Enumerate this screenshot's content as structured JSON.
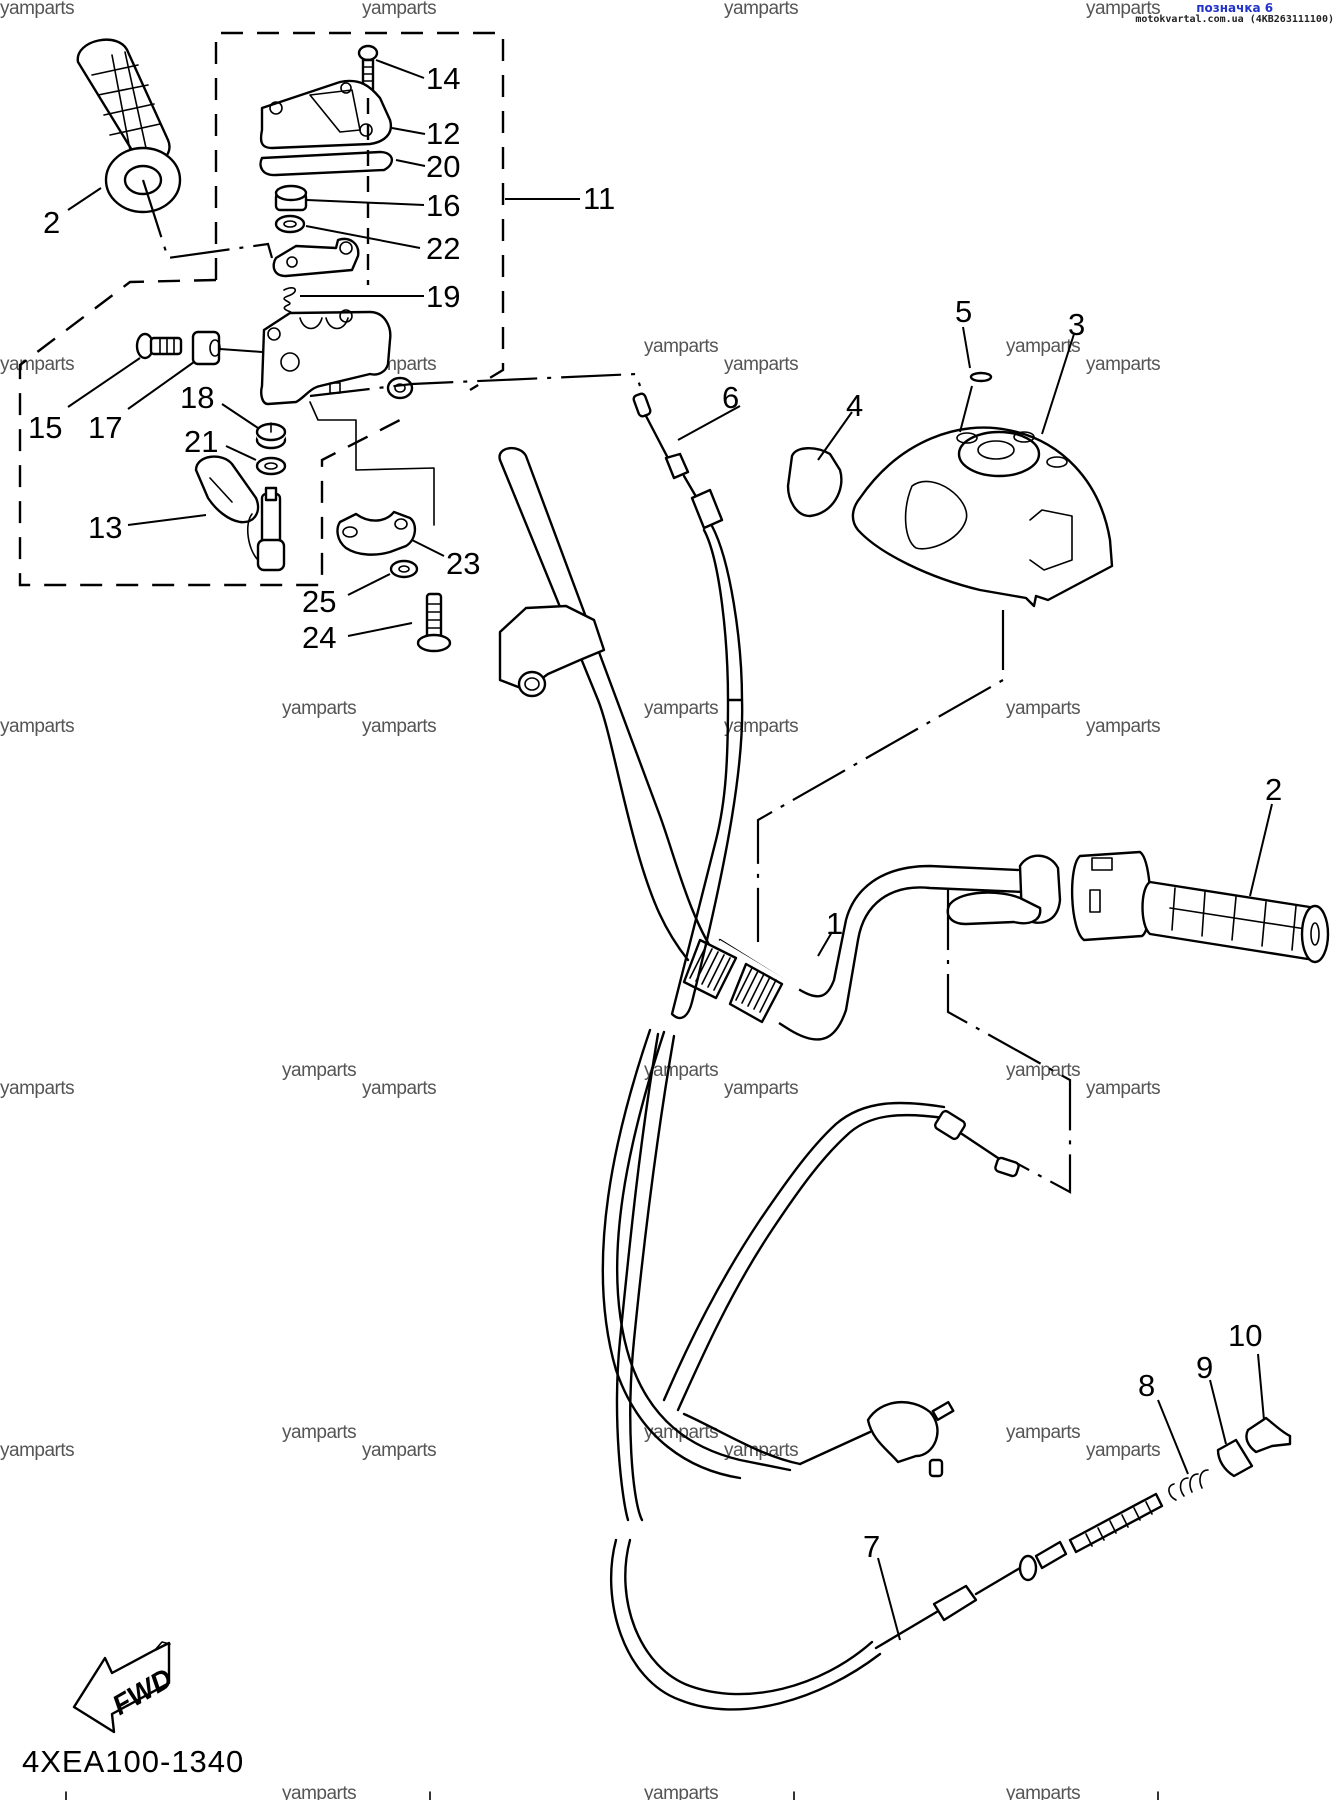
{
  "header": {
    "tag": "позначка 6",
    "source": "motokvartal.com.ua (4KB263111100)"
  },
  "diagram": {
    "code": "4XEA100-1340",
    "direction_label": "FWD",
    "watermark": "yamparts",
    "callouts": {
      "c1": "1",
      "c2a": "2",
      "c2b": "2",
      "c3": "3",
      "c4": "4",
      "c5": "5",
      "c6": "6",
      "c7": "7",
      "c8": "8",
      "c9": "9",
      "c10": "10",
      "c11": "11",
      "c12": "12",
      "c13": "13",
      "c14": "14",
      "c15": "15",
      "c16": "16",
      "c17": "17",
      "c18": "18",
      "c19": "19",
      "c20": "20",
      "c21": "21",
      "c22": "22",
      "c23": "23",
      "c24": "24",
      "c25": "25"
    }
  }
}
